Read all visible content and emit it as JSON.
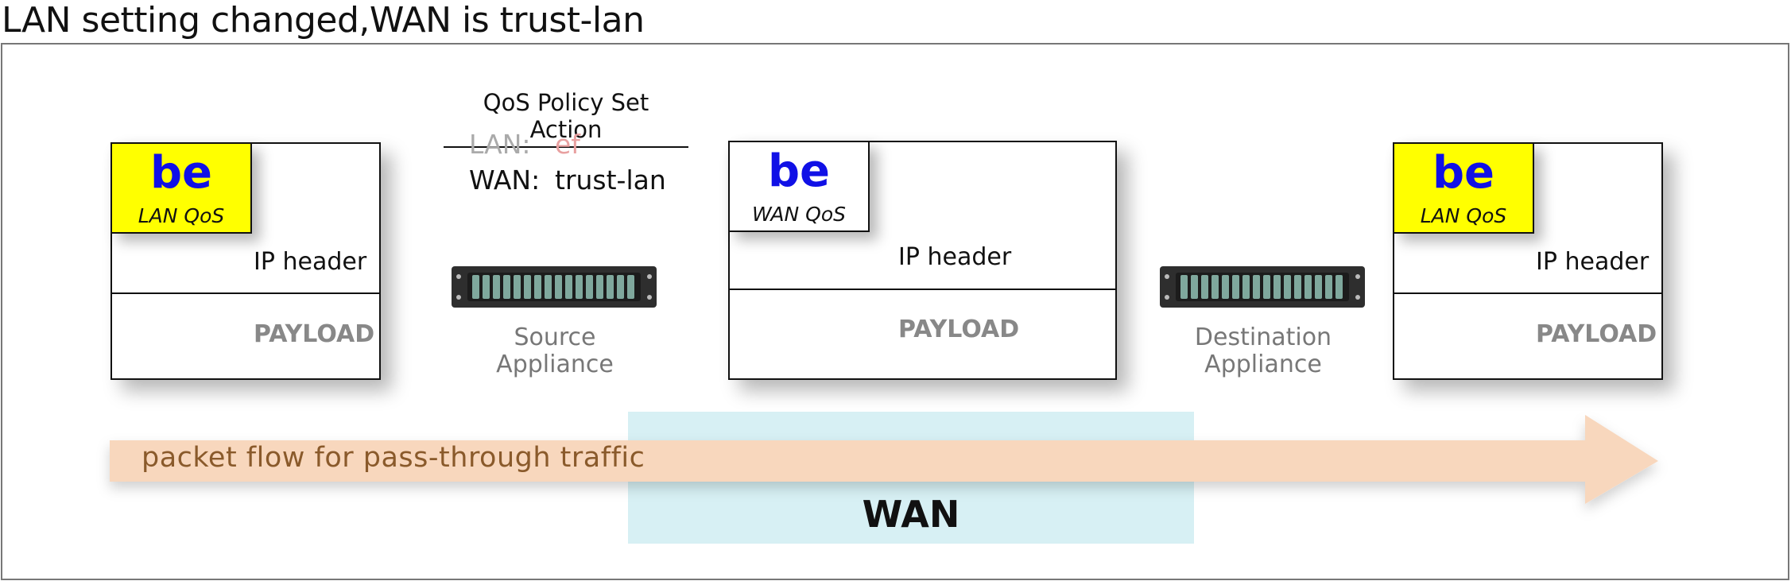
{
  "title": "LAN setting changed,WAN is trust-lan",
  "wan_zone_label": "WAN",
  "flow_label": "packet flow for pass-through traffic",
  "policy": {
    "title": "QoS Policy Set Action",
    "lan_key": "LAN:",
    "lan_value": "ef",
    "wan_key": "WAN:",
    "wan_value": "trust-lan"
  },
  "packets": [
    {
      "qos_value": "be",
      "qos_label": "LAN QoS",
      "header": "IP header",
      "payload": "PAYLOAD"
    },
    {
      "qos_value": "be",
      "qos_label": "WAN QoS",
      "header": "IP header",
      "payload": "PAYLOAD"
    },
    {
      "qos_value": "be",
      "qos_label": "LAN QoS",
      "header": "IP header",
      "payload": "PAYLOAD"
    }
  ],
  "appliances": [
    {
      "caption_line1": "Source",
      "caption_line2": "Appliance"
    },
    {
      "caption_line1": "Destination",
      "caption_line2": "Appliance"
    }
  ],
  "colors": {
    "lan_tag": "#ffff00",
    "wan_tag": "#ffffff",
    "qos_value": "#1010e6",
    "arrow": "#f8d7bd",
    "wan_zone": "#d7f0f4",
    "lan_disabled_key": "#aaaaaa",
    "lan_disabled_value": "#e8a0a0"
  }
}
